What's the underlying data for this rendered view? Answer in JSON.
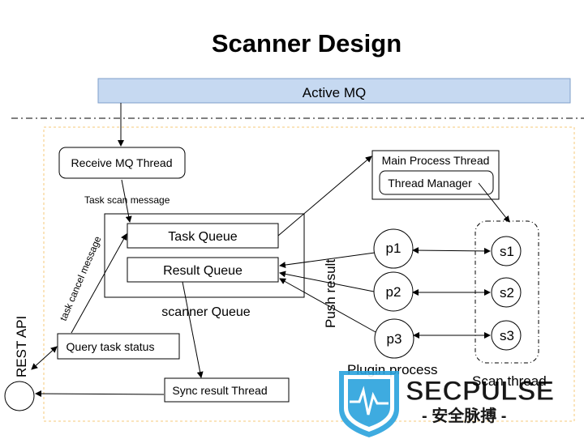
{
  "title": "Scanner Design",
  "colors": {
    "title": "#6aa121",
    "activemq_fill": "#c6d9f1",
    "activemq_stroke": "#7f9fca",
    "dashed_region": "#f6c97a",
    "watermark": "#2aa3dd"
  },
  "activemq": {
    "label": "Active MQ"
  },
  "threads": {
    "receive_mq": "Receive MQ Thread",
    "main_process": "Main Process Thread",
    "thread_manager": "Thread Manager",
    "query_task_status": "Query task status",
    "sync_result": "Sync result Thread"
  },
  "queues": {
    "task_queue": "Task Queue",
    "result_queue": "Result Queue",
    "group_label": "scanner Queue"
  },
  "labels": {
    "task_scan_message": "Task scan message",
    "task_cancel_message": "task cancel message",
    "push_result": "Push result",
    "rest_api": "REST API",
    "plugin_process": "Plugin process",
    "scan_thread": "Scan thread"
  },
  "plugins": [
    "p1",
    "p2",
    "p3"
  ],
  "scan_threads": [
    "s1",
    "s2",
    "s3"
  ],
  "watermark": {
    "name": "SECPULSE",
    "subtitle": "- 安全脉搏 -",
    "icon": "shield-pulse-icon"
  }
}
